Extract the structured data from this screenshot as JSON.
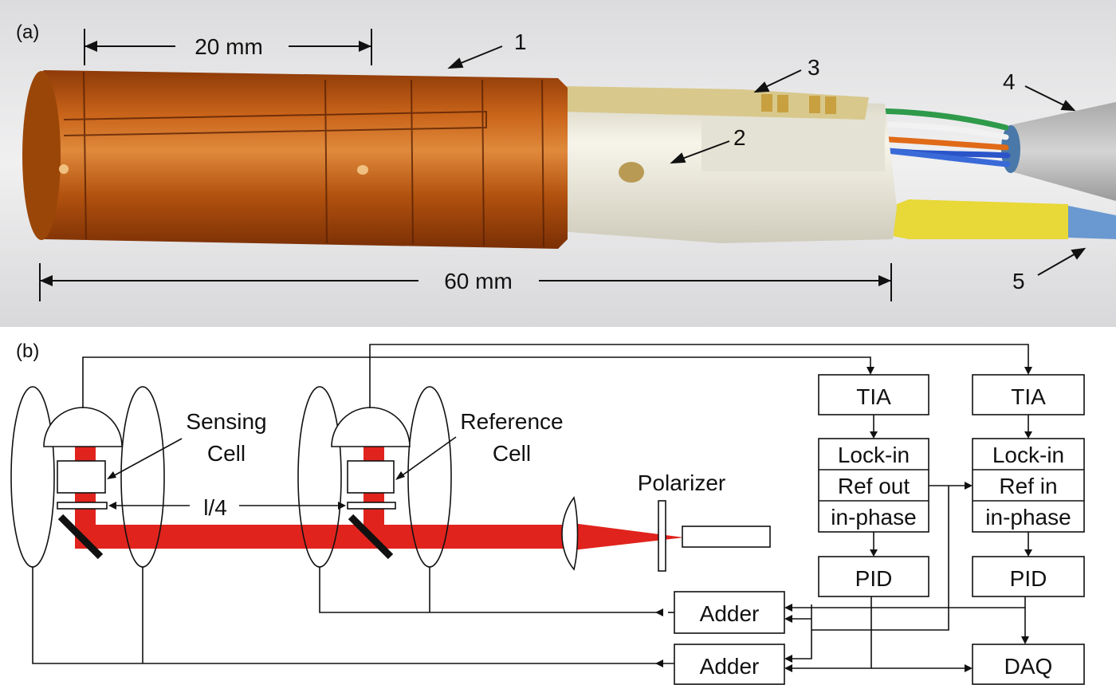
{
  "panel_a": {
    "label": "(a)",
    "dim_20": "20 mm",
    "dim_60": "60 mm",
    "callouts": [
      "1",
      "2",
      "3",
      "4",
      "5"
    ]
  },
  "panel_b": {
    "label": "(b)",
    "sensing_cell": [
      "Sensing",
      "Cell"
    ],
    "reference_cell": [
      "Reference",
      "Cell"
    ],
    "quarter_wave": "l/4",
    "polarizer": "Polarizer",
    "chain_left": {
      "tia": "TIA",
      "lockin": "Lock-in",
      "ref": "Ref out",
      "phase": "in-phase",
      "pid": "PID"
    },
    "chain_right": {
      "tia": "TIA",
      "lockin": "Lock-in",
      "ref": "Ref in",
      "phase": "in-phase",
      "pid": "PID"
    },
    "adder_top": "Adder",
    "adder_bottom": "Adder",
    "daq": "DAQ"
  },
  "colors": {
    "beam": "#e0231d",
    "kapton": "#b8520f",
    "holder": "#f1efe2",
    "photo_bg": "#e9e9ea"
  }
}
